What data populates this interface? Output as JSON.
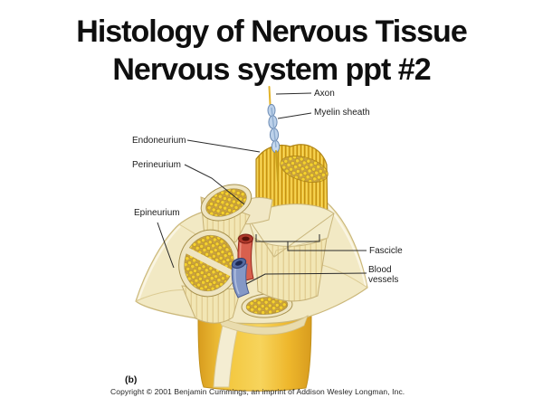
{
  "title": {
    "line1": "Histology of Nervous Tissue",
    "line2": "Nervous system ppt #2"
  },
  "figure": {
    "labels": {
      "axon": "Axon",
      "myelin_sheath": "Myelin sheath",
      "endoneurium": "Endoneurium",
      "perineurium": "Perineurium",
      "epineurium": "Epineurium",
      "fascicle": "Fascicle",
      "blood_vessels": "Blood vessels"
    },
    "subfigure_label": "(b)",
    "credit": "Copyright © 2001 Benjamin Cummings, an imprint of Addison Wesley Longman, Inc.",
    "palette": {
      "nerve_yellow": "#f0c233",
      "trunk_orange": "#eab32a",
      "sheath_cream": "#f2e9c4",
      "myelin_blue": "#bcd1ea",
      "vessel_red": "#d8604e",
      "vessel_blue": "#8498c6",
      "label_text": "#1c1c1c"
    }
  }
}
